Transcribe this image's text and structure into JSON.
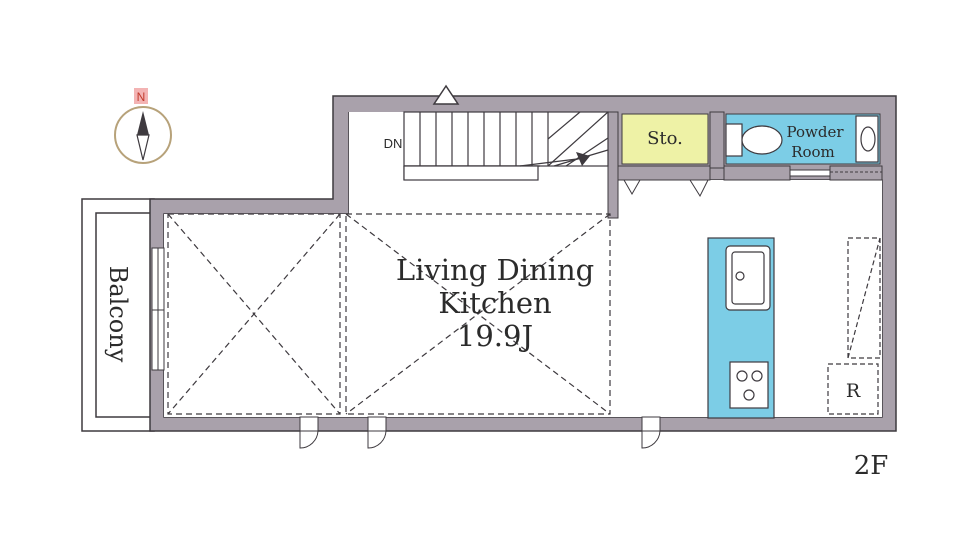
{
  "compass": {
    "north_label": "N"
  },
  "stairs": {
    "direction_label": "DN"
  },
  "rooms": {
    "storage": "Sto.",
    "powder_room_line1": "Powder",
    "powder_room_line2": "Room",
    "living_line1": "Living Dining",
    "living_line2": "Kitchen",
    "living_area": "19.9J",
    "balcony": "Balcony",
    "refrigerator": "R"
  },
  "floor_label": "2F",
  "colors": {
    "wall": "#a9a1ab",
    "wall_outline": "#3e3a3f",
    "storage_fill": "#eef2a6",
    "fixture_blue": "#7ccde6",
    "compass_ring": "#b7a27a",
    "north_marker": "#f3b3b3"
  }
}
